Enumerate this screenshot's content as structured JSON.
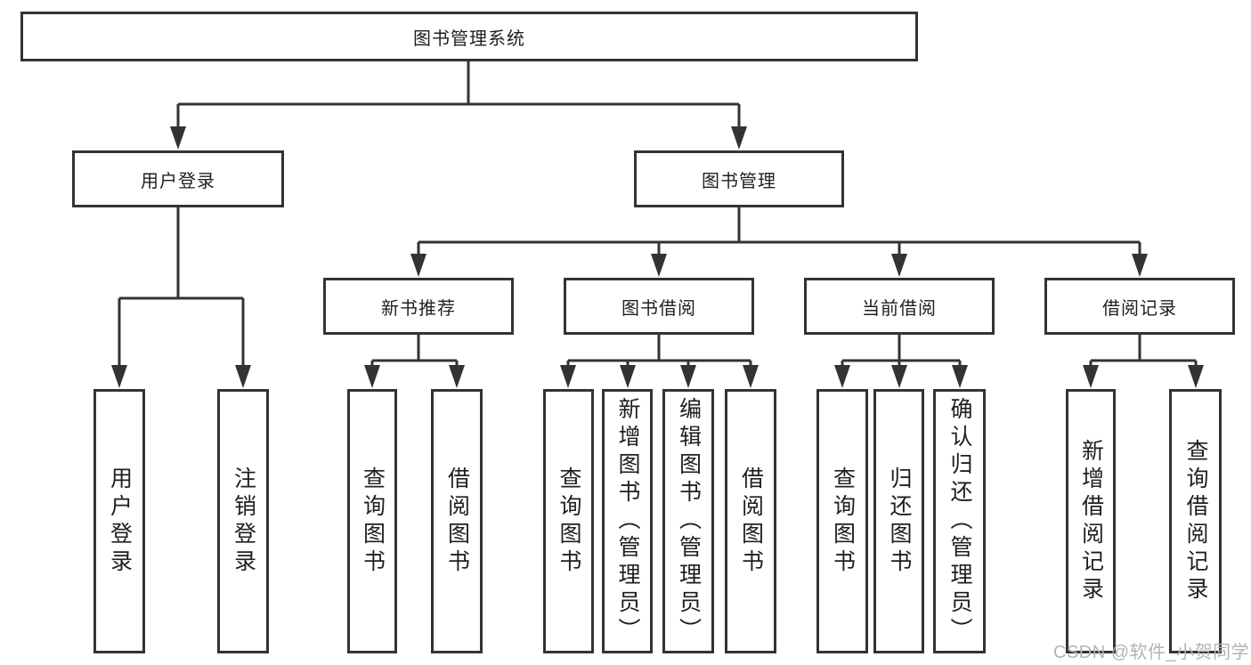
{
  "diagram": {
    "root": {
      "label": "图书管理系统"
    },
    "level2": [
      {
        "label": "用户登录"
      },
      {
        "label": "图书管理"
      }
    ],
    "level3": [
      {
        "label": "新书推荐"
      },
      {
        "label": "图书借阅"
      },
      {
        "label": "当前借阅"
      },
      {
        "label": "借阅记录"
      }
    ],
    "leaves": {
      "user_login": [
        "用户登录",
        "注销登录"
      ],
      "new_book_recommend": [
        "查询图书",
        "借阅图书"
      ],
      "book_borrow": [
        "查询图书",
        "新增图书（管理员）",
        "编辑图书（管理员）",
        "借阅图书"
      ],
      "current_borrow": [
        "查询图书",
        "归还图书",
        "确认归还（管理员）"
      ],
      "borrow_records": [
        "新增借阅记录",
        "查询借阅记录"
      ]
    }
  },
  "watermark": "CSDN @软件_小贺同学",
  "colors": {
    "line": "#333333",
    "text": "#1f1f1f",
    "watermark": "#b3b3b3",
    "background": "#ffffff"
  }
}
